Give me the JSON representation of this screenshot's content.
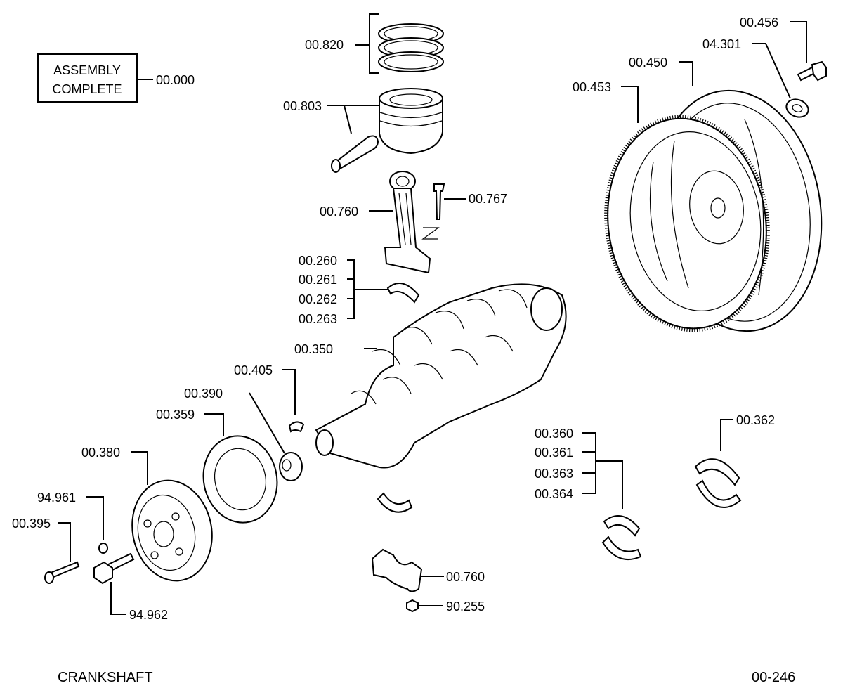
{
  "title_box": {
    "line1": "ASSEMBLY",
    "line2": "COMPLETE",
    "ref": "00.000"
  },
  "footer": {
    "title": "CRANKSHAFT",
    "page_ref": "00-246"
  },
  "callouts": {
    "piston_rings": "00.820",
    "piston": "00.803",
    "connecting_rod": "00.760",
    "rod_bolt": "00.767",
    "rod_bearing_1": "00.260",
    "rod_bearing_2": "00.261",
    "rod_bearing_3": "00.262",
    "rod_bearing_4": "00.263",
    "crankshaft": "00.350",
    "key": "00.405",
    "gear_spacer": "00.390",
    "seal_ring": "00.359",
    "pulley": "00.380",
    "washer": "94.961",
    "bolt": "00.395",
    "pulley_bolt": "94.962",
    "bearing_cap": "00.760",
    "nut": "90.255",
    "main_bearing_1": "00.360",
    "main_bearing_2": "00.361",
    "main_bearing_3": "00.363",
    "main_bearing_4": "00.364",
    "thrust_bearing": "00.362",
    "flywheel_bolt": "00.456",
    "flywheel_washer": "04.301",
    "flywheel": "00.450",
    "ring_gear": "00.453"
  }
}
